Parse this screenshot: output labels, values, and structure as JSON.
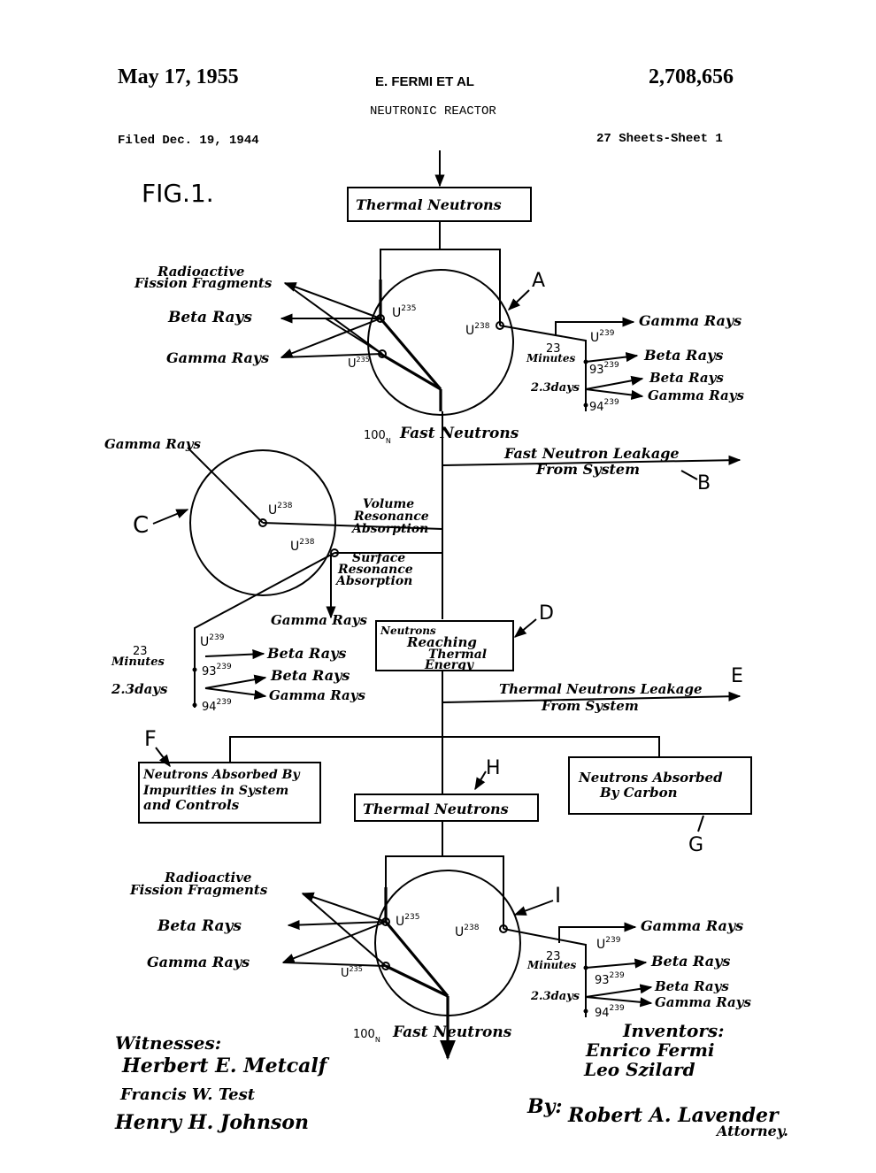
{
  "header": {
    "date": "May 17, 1955",
    "inventor_line": "E. FERMI ET AL",
    "patent_number": "2,708,656",
    "title": "NEUTRONIC REACTOR",
    "filed": "Filed Dec. 19, 1944",
    "sheets": "27 Sheets-Sheet 1"
  },
  "figure_label": "FIG.1.",
  "top_reaction": {
    "thermal_neutrons_box": "Thermal Neutrons",
    "fission_fragments_1": "Radioactive",
    "fission_fragments_2": "Fission Fragments",
    "beta_rays": "Beta Rays",
    "gamma_rays": "Gamma Rays",
    "u235": "U",
    "u235_sup": "235",
    "u238": "U",
    "u238_sup": "238",
    "u_small": "U",
    "u_small_sup": "235",
    "label_a": "A",
    "gamma_rays_right": "Gamma Rays",
    "u239": "U",
    "u239_sup": "239",
    "minutes_23": "23",
    "minutes_word": "Minutes",
    "np_93": "93",
    "np_93_sup": "239",
    "beta_rays_right_1": "Beta Rays",
    "days_23": "2.3days",
    "beta_rays_right_2": "Beta Rays",
    "pu_94": "94",
    "pu_94_sup": "239",
    "gamma_rays_right_2": "Gamma Rays",
    "fast_neutrons_count": "100",
    "fast_neutrons_sub": "N",
    "fast_neutrons": "Fast Neutrons"
  },
  "middle": {
    "gamma_rays_top": "Gamma Rays",
    "fast_leakage_1": "Fast Neutron Leakage",
    "fast_leakage_2": "From System",
    "label_b": "B",
    "label_c": "C",
    "u238_a": "U",
    "u238_a_sup": "238",
    "u238_b": "U",
    "u238_b_sup": "238",
    "volume_1": "Volume",
    "volume_2": "Resonance",
    "volume_3": "Absorption",
    "surface_1": "Surface",
    "surface_2": "Resonance",
    "surface_3": "Absorption",
    "gamma_rays_mid": "Gamma Rays",
    "u239": "U",
    "u239_sup": "239",
    "minutes_23": "23",
    "minutes_word": "Minutes",
    "np_93": "93",
    "np_93_sup": "239",
    "beta_rays_1": "Beta Rays",
    "days_23": "2.3days",
    "beta_rays_2": "Beta Rays",
    "pu_94": "94",
    "pu_94_sup": "239",
    "gamma_rays_2": "Gamma Rays",
    "reaching_1": "Neutrons",
    "reaching_2": "Reaching",
    "reaching_3": "Thermal",
    "reaching_4": "Energy",
    "label_d": "D",
    "thermal_leakage_1": "Thermal Neutrons Leakage",
    "thermal_leakage_2": "From System",
    "label_e": "E",
    "label_f": "F",
    "impurities_1": "Neutrons Absorbed By",
    "impurities_2": "Impurities in System",
    "impurities_3": "and Controls",
    "label_h": "H",
    "thermal_neutrons_box2": "Thermal Neutrons",
    "carbon_1": "Neutrons Absorbed",
    "carbon_2": "By Carbon",
    "label_g": "G"
  },
  "bottom_reaction": {
    "fission_fragments_1": "Radioactive",
    "fission_fragments_2": "Fission Fragments",
    "beta_rays": "Beta Rays",
    "gamma_rays": "Gamma Rays",
    "u235": "U",
    "u235_sup": "235",
    "u238": "U",
    "u238_sup": "238",
    "u_small": "U",
    "u_small_sup": "235",
    "label_i": "I",
    "gamma_rays_right": "Gamma Rays",
    "u239": "U",
    "u239_sup": "239",
    "minutes_23": "23",
    "minutes_word": "Minutes",
    "np_93": "93",
    "np_93_sup": "239",
    "beta_rays_right_1": "Beta Rays",
    "days_23": "2.3days",
    "beta_rays_right_2": "Beta Rays",
    "pu_94": "94",
    "pu_94_sup": "239",
    "gamma_rays_right_2": "Gamma Rays",
    "fast_neutrons_count": "100",
    "fast_neutrons_sub": "N",
    "fast_neutrons": "Fast Neutrons"
  },
  "footer": {
    "witnesses": "Witnesses:",
    "witness_1": "Herbert E. Metcalf",
    "witness_2": "Francis W. Test",
    "witness_3": "Henry H. Johnson",
    "inventors": "Inventors:",
    "inventor_1": "Enrico Fermi",
    "inventor_2": "Leo Szilard",
    "by": "By:",
    "attorney_signature": "Robert A. Lavender",
    "attorney": "Attorney."
  }
}
